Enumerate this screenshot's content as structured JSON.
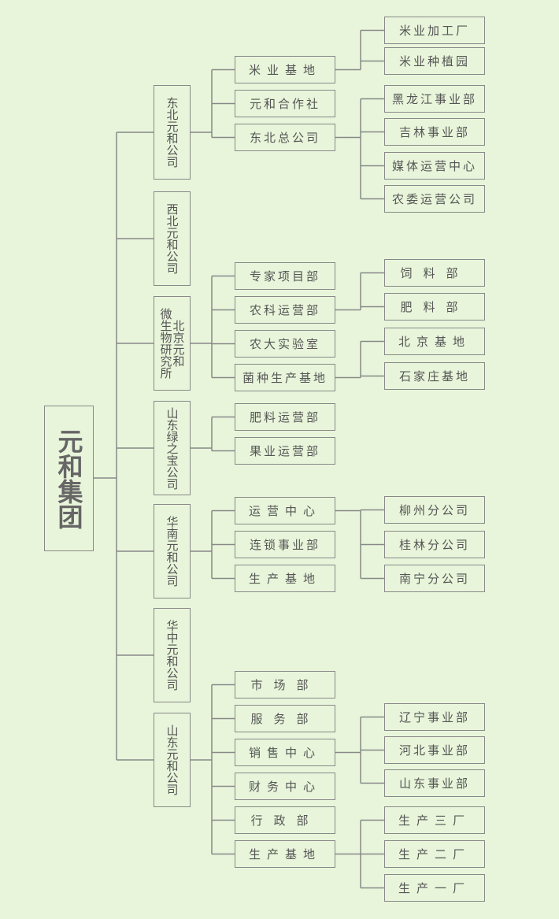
{
  "root": "元和集团",
  "companies": [
    {
      "name": "东北元和公司",
      "depts": [
        {
          "name": "米业基地",
          "subs": [
            "米业加工厂",
            "米业种植园"
          ]
        },
        {
          "name": "元和合作社",
          "subs": []
        },
        {
          "name": "东北总公司",
          "subs": [
            "黑龙江事业部",
            "吉林事业部",
            "媒体运营中心",
            "农委运营公司"
          ]
        }
      ]
    },
    {
      "name": "西北元和公司",
      "depts": []
    },
    {
      "name": "北京元和微生物研究所",
      "columns": [
        "北京元和",
        "微生物研究所"
      ],
      "depts": [
        {
          "name": "专家项目部",
          "subs": []
        },
        {
          "name": "农科运营部",
          "subs": [
            "饲料部",
            "肥料部"
          ]
        },
        {
          "name": "农大实验室",
          "subs": []
        },
        {
          "name": "菌种生产基地",
          "subs": [
            "北京基地",
            "石家庄基地"
          ]
        }
      ]
    },
    {
      "name": "山东绿之宝公司",
      "depts": [
        {
          "name": "肥料运营部",
          "subs": []
        },
        {
          "name": "果业运营部",
          "subs": []
        }
      ]
    },
    {
      "name": "华南元和公司",
      "depts": [
        {
          "name": "运营中心",
          "subs": [
            "柳州分公司",
            "桂林分公司",
            "南宁分公司"
          ]
        },
        {
          "name": "连锁事业部",
          "subs": []
        },
        {
          "name": "生产基地",
          "subs": []
        }
      ]
    },
    {
      "name": "华中元和公司",
      "depts": []
    },
    {
      "name": "山东元和公司",
      "depts": [
        {
          "name": "市场部",
          "subs": []
        },
        {
          "name": "服务部",
          "subs": []
        },
        {
          "name": "销售中心",
          "subs": [
            "辽宁事业部",
            "河北事业部",
            "山东事业部"
          ]
        },
        {
          "name": "财务中心",
          "subs": []
        },
        {
          "name": "行政部",
          "subs": []
        },
        {
          "name": "生产基地",
          "subs": [
            "生产三厂",
            "生产二厂",
            "生产一厂"
          ]
        }
      ]
    }
  ]
}
